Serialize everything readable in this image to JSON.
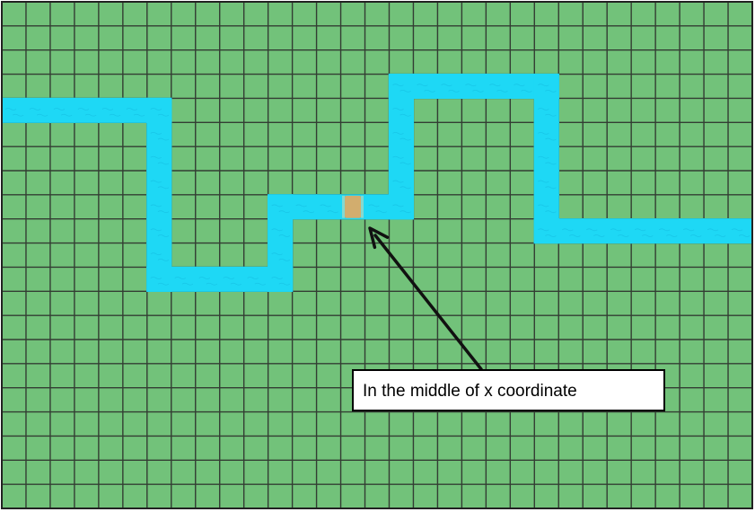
{
  "map": {
    "grid": {
      "columns": 31,
      "rows": 21
    },
    "colors": {
      "grass": "#72c27a",
      "grid_line": "#333d33",
      "border": "#222222",
      "water": "#1ed8f5",
      "water_ripple": "#14b8dc",
      "bridge": "#d2ad6e",
      "arrow": "#111111",
      "callout_background": "#ffffff",
      "callout_border": "#000000"
    },
    "marker_name": "bridge-tile"
  },
  "callout": {
    "text": "In the middle of x coordinate"
  }
}
